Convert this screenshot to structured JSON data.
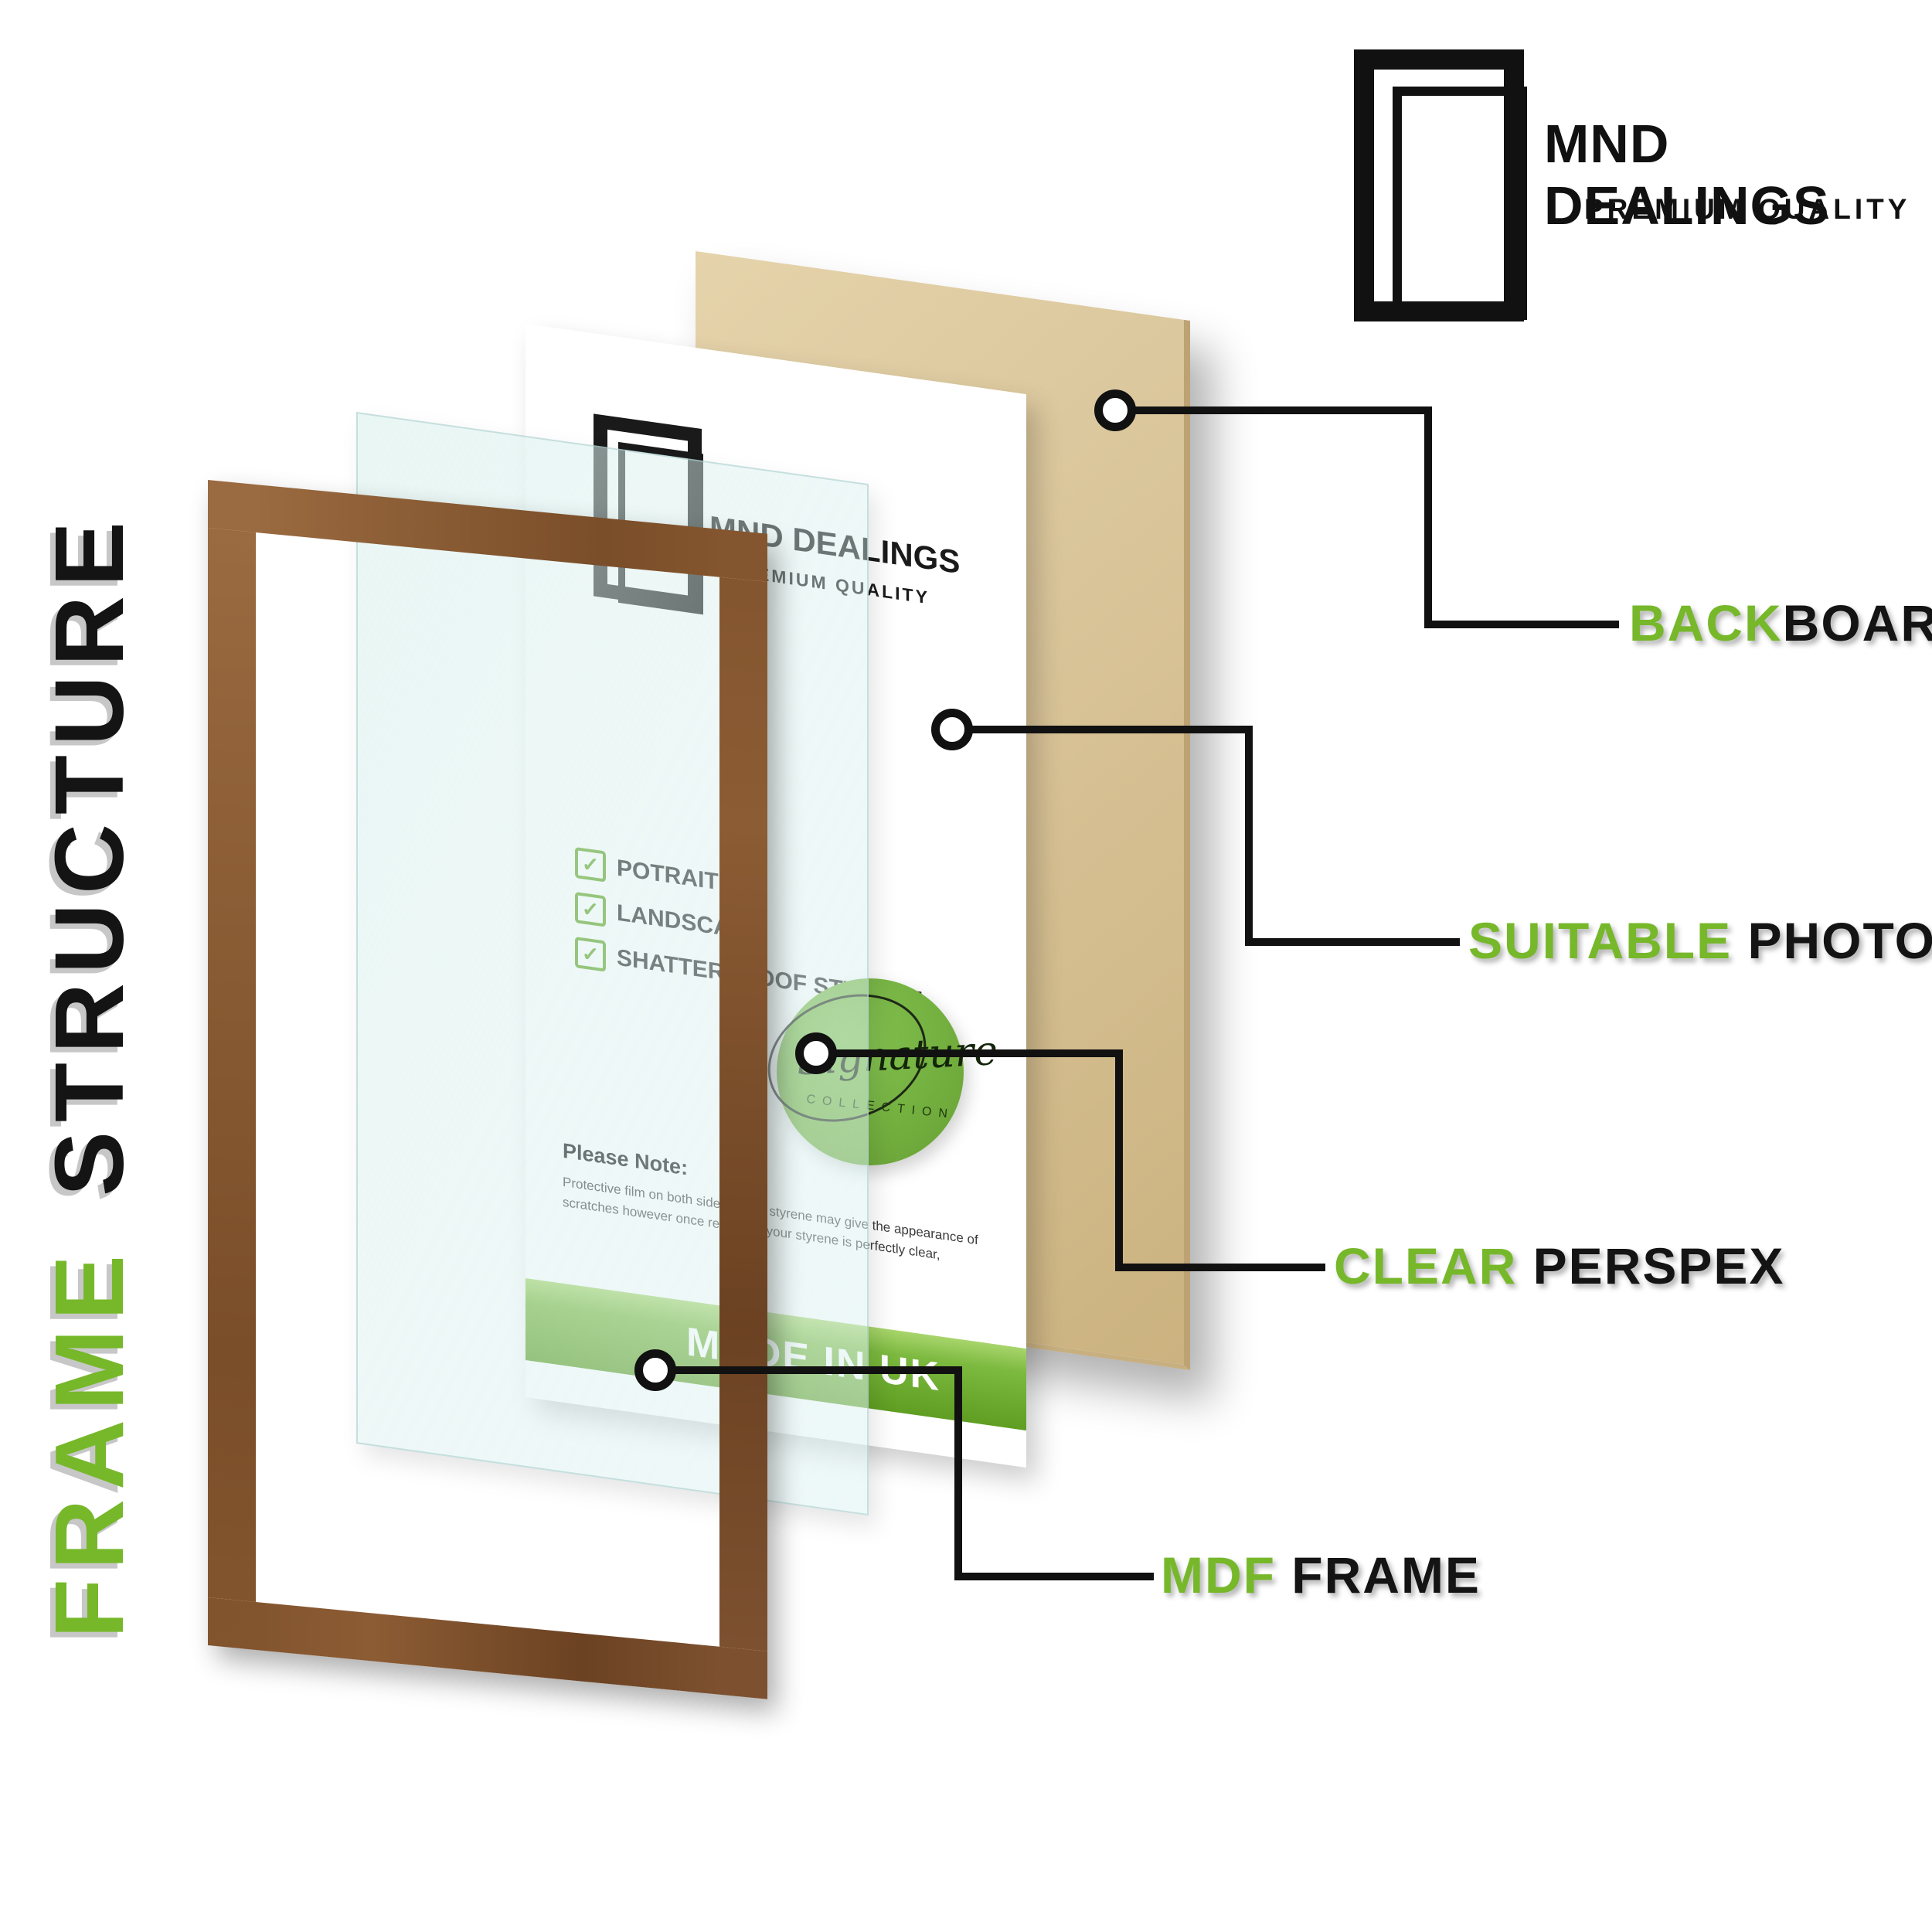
{
  "colors": {
    "green": "#76b82a",
    "black": "#141414",
    "wood": "#7a4e29",
    "board": "#d9c499"
  },
  "title": {
    "frame": "FRAME",
    "structure": "STRUCTURE"
  },
  "brand": {
    "name": "MND DEALINGS",
    "tagline": "PREMIUM QUALITY"
  },
  "photo": {
    "brand_name": "MND DEALINGS",
    "brand_tagline": "PREMIUM QUALITY",
    "check_glyph": "✓",
    "checklist": [
      "POTRAIT",
      "LANDSCAPE",
      "SHATTERPROOF STYRENE"
    ],
    "note_title": "Please Note:",
    "note_body": "Protective film on both sides of this styrene may give the appearance of scratches however once removed, your styrene is perfectly clear,",
    "banner": "MADE IN UK",
    "badge_script": "Signature",
    "badge_sub": "COLLECTION"
  },
  "callouts": [
    {
      "green": "BACK",
      "black": "BOARD"
    },
    {
      "green": "SUITABLE",
      "black": " PHOTO"
    },
    {
      "green": "CLEAR",
      "black": " PERSPEX"
    },
    {
      "green": "MDF",
      "black": " FRAME"
    }
  ]
}
